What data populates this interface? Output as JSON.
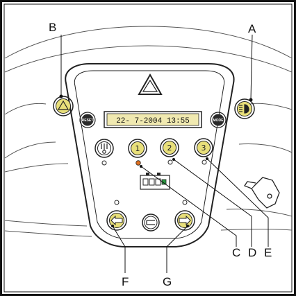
{
  "labels": {
    "A": "A",
    "B": "B",
    "C": "C",
    "D": "D",
    "E": "E",
    "F": "F",
    "G": "G"
  },
  "display": {
    "text": "22- 7-2004 13:55"
  },
  "buttons": {
    "reset_label": "RESET",
    "mode_label": "MODE",
    "mode1_label": "1",
    "mode2_label": "2",
    "mode3_label": "3"
  },
  "colors": {
    "button_yellow": "#e8df7a",
    "display_bg": "#f0e9b0",
    "led_orange": "#e07020",
    "led_green": "#2a9a40",
    "outline": "#222222"
  }
}
